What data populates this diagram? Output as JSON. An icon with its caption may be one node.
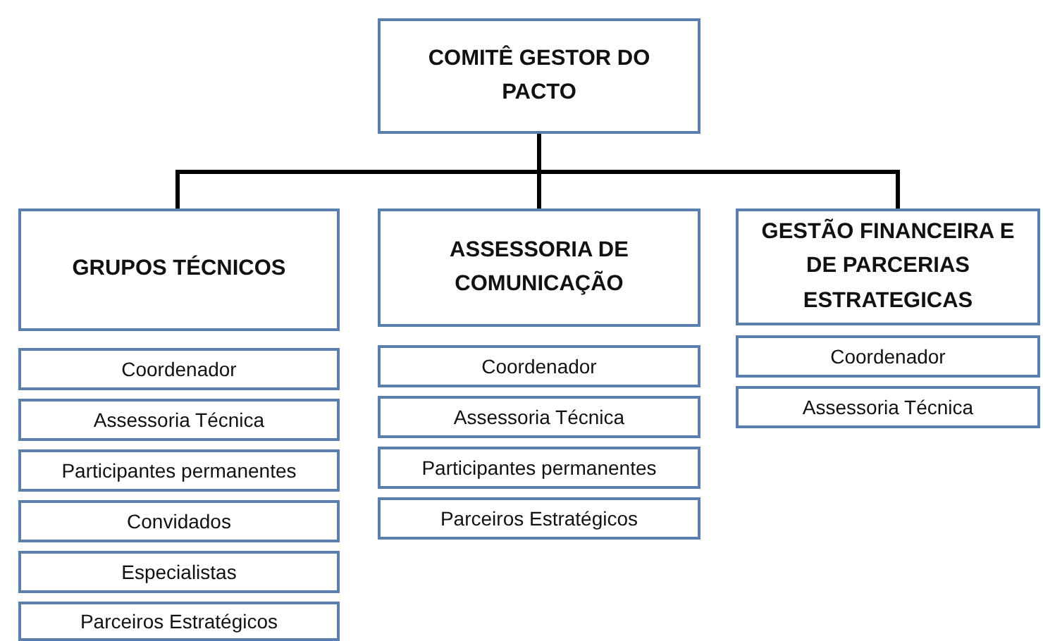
{
  "diagram": {
    "nodes": [
      {
        "text": [
          "COMITÊ GESTOR DO PACTO"
        ]
      },
      {
        "text": [
          "GRUPOS TÉCNICOS"
        ]
      },
      {
        "text": [
          "ASSESSORIA DE COMUNICAÇÃO"
        ]
      },
      {
        "text": [
          "GESTÃO FINANCEIRA E DE PARCERIAS ESTRATEGICAS"
        ]
      },
      {
        "text": [
          "Coordenador"
        ]
      },
      {
        "text": [
          "Assessoria Técnica"
        ]
      },
      {
        "text": [
          "Participantes permanentes"
        ]
      },
      {
        "text": [
          "Convidados"
        ]
      },
      {
        "text": [
          "Especialistas"
        ]
      },
      {
        "text": [
          "Parceiros Estratégicos"
        ]
      },
      {
        "text": [
          "Coordenador"
        ]
      },
      {
        "text": [
          "Assessoria Técnica"
        ]
      },
      {
        "text": [
          "Participantes permanentes"
        ]
      },
      {
        "text": [
          "Parceiros Estratégicos"
        ]
      },
      {
        "text": [
          "Coordenador"
        ]
      },
      {
        "text": [
          "Assessoria Técnica"
        ]
      }
    ],
    "edges": [
      {
        "from": 0,
        "to": 1,
        "arrow": "none"
      },
      {
        "from": 0,
        "to": 2,
        "arrow": "none"
      },
      {
        "from": 0,
        "to": 3,
        "arrow": "none"
      }
    ]
  }
}
